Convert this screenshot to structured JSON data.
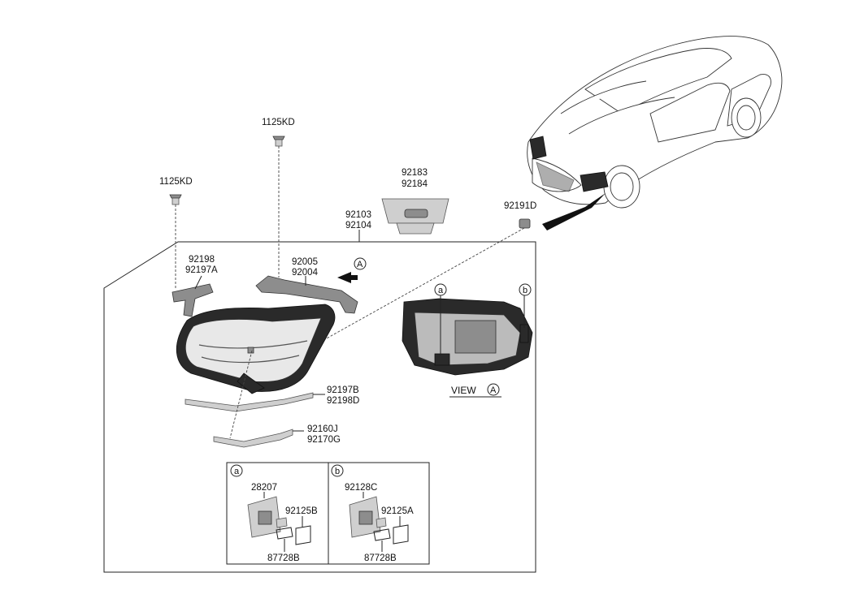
{
  "labels": {
    "bolt_top": "1125KD",
    "bolt_left": "1125KD",
    "module_top_1": "92183",
    "module_top_2": "92184",
    "assy_1": "92103",
    "assy_2": "92104",
    "sensor": "92191D",
    "bracket_left_1": "92198",
    "bracket_left_2": "92197A",
    "bracket_top_1": "92005",
    "bracket_top_2": "92004",
    "strip_1": "92197B",
    "strip_2": "92198D",
    "cover_1": "92160J",
    "cover_2": "92170G",
    "view_text": "VIEW",
    "view_circle": "A",
    "arrow_circle": "A",
    "rear_circle_a": "a",
    "rear_circle_b": "b"
  },
  "detail_a": {
    "circle": "a",
    "module": "28207",
    "gasket": "92125B",
    "seal": "87728B"
  },
  "detail_b": {
    "circle": "b",
    "module": "92128C",
    "gasket": "92125A",
    "seal": "87728B"
  }
}
